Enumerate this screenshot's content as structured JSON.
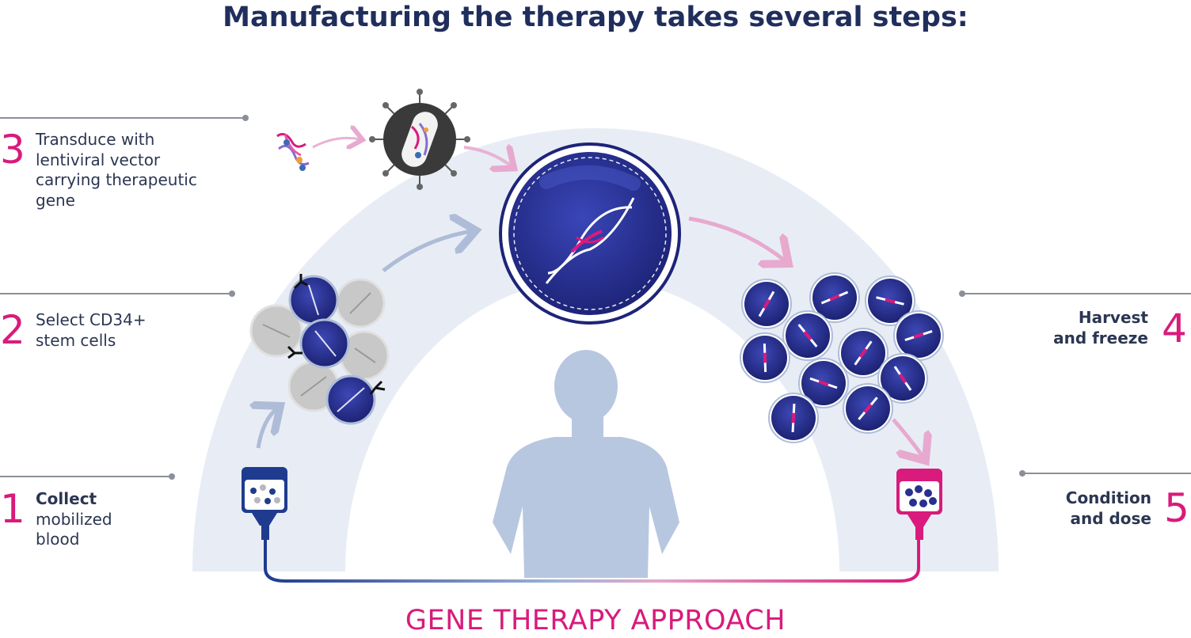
{
  "title": "Manufacturing the therapy takes several steps:",
  "footer": "GENE THERAPY APPROACH",
  "steps": [
    {
      "number": "1",
      "line1": "Collect",
      "line2": "mobilized",
      "line3": "blood"
    },
    {
      "number": "2",
      "line1": "Select CD34+",
      "line2": "stem cells"
    },
    {
      "number": "3",
      "line1": "Transduce with",
      "line2": "lentiviral vector",
      "line3": "carrying therapeutic",
      "line4": "gene"
    },
    {
      "number": "4",
      "line1": "Harvest",
      "line2": "and freeze"
    },
    {
      "number": "5",
      "line1": "Condition",
      "line2": "and dose"
    }
  ],
  "colors": {
    "navy": "#1f2e5c",
    "magenta": "#d81b7c",
    "cell_blue": "#2a2f8f",
    "arch": "#e8edf5",
    "silhouette": "#b8c7e0"
  }
}
